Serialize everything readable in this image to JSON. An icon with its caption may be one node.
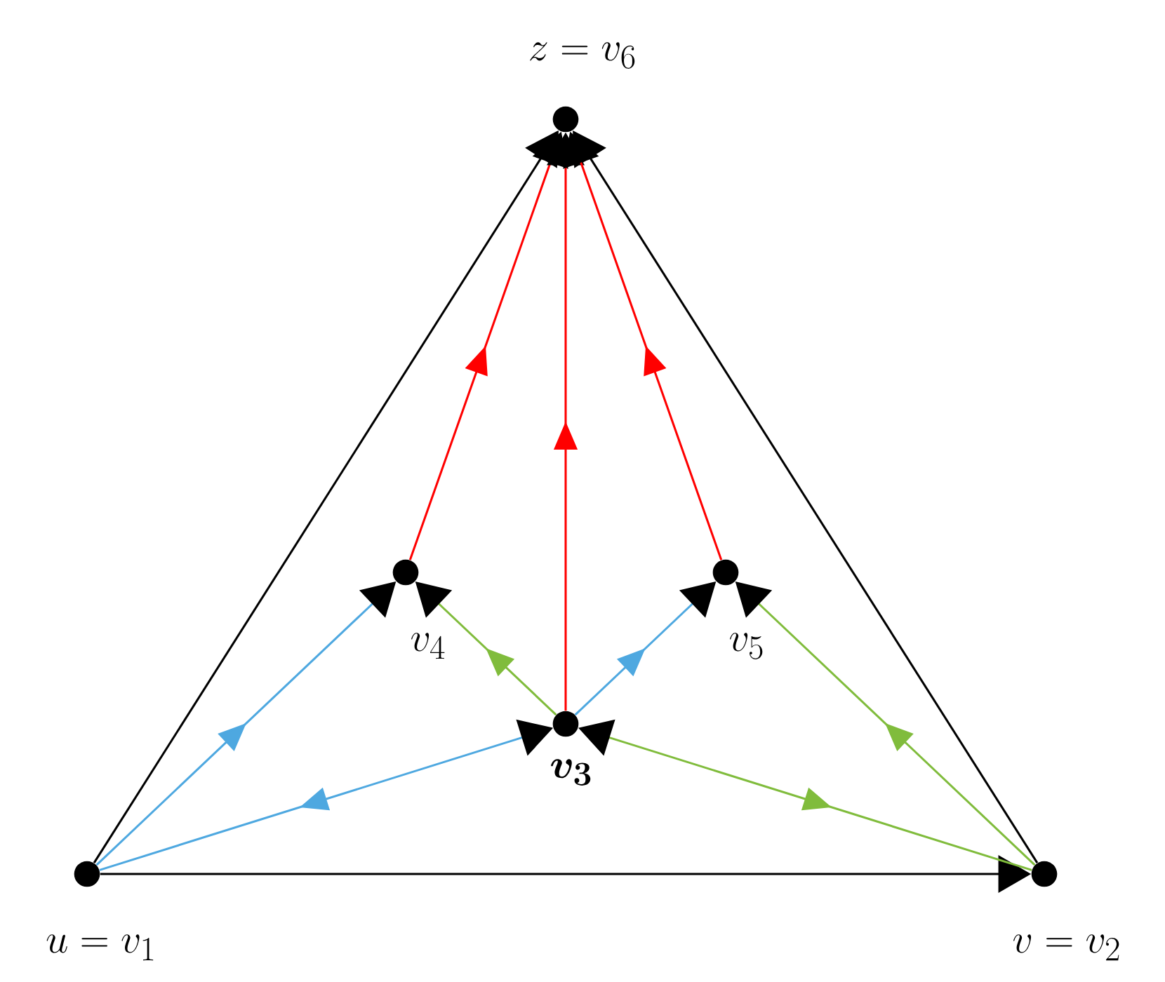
{
  "diagram": {
    "nodes": [
      {
        "text": [
          "u=v_1"
        ]
      },
      {
        "text": [
          "v=v_2"
        ]
      },
      {
        "text": [
          "\\boldsymbol{v_3}"
        ]
      },
      {
        "text": [
          "v_4"
        ]
      },
      {
        "text": [
          "v_5"
        ]
      },
      {
        "text": [
          "z=v_6"
        ]
      }
    ],
    "edges": [
      {
        "from": 0,
        "to": 1,
        "arrow": "to",
        "color": "#000000"
      },
      {
        "from": 0,
        "to": 5,
        "arrow": "to",
        "color": "#000000"
      },
      {
        "from": 1,
        "to": 5,
        "arrow": "to",
        "color": "#000000"
      },
      {
        "from": 3,
        "to": 5,
        "arrow": "to",
        "color": "#ff0000"
      },
      {
        "from": 2,
        "to": 5,
        "arrow": "to",
        "color": "#ff0000"
      },
      {
        "from": 4,
        "to": 5,
        "arrow": "to",
        "color": "#ff0000"
      },
      {
        "from": 0,
        "to": 3,
        "arrow": "to",
        "color": "#4ea8e0"
      },
      {
        "from": 0,
        "to": 2,
        "arrow": "to",
        "color": "#4ea8e0"
      },
      {
        "from": 2,
        "to": 4,
        "arrow": "to",
        "color": "#4ea8e0"
      },
      {
        "from": 2,
        "to": 3,
        "arrow": "to",
        "color": "#80bc3c"
      },
      {
        "from": 1,
        "to": 4,
        "arrow": "to",
        "color": "#80bc3c"
      },
      {
        "from": 1,
        "to": 2,
        "arrow": "to",
        "color": "#80bc3c"
      }
    ]
  }
}
